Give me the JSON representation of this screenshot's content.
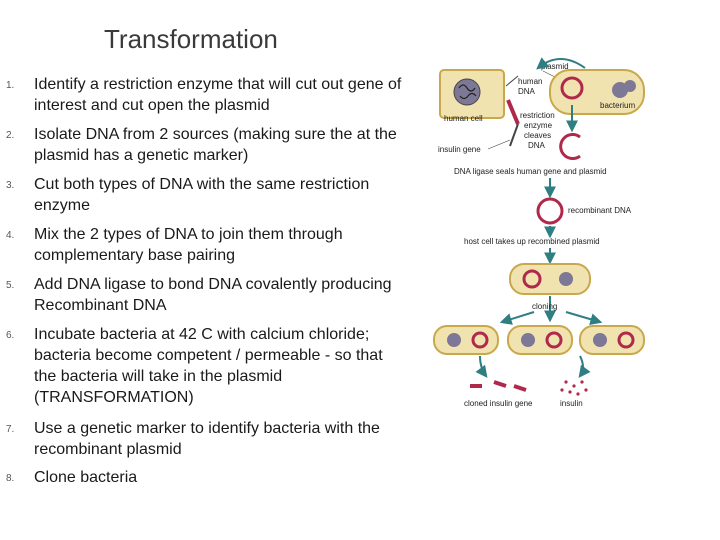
{
  "title": "Transformation",
  "steps": [
    {
      "num": "1.",
      "text": "Identify a restriction enzyme that will cut out gene of interest and cut open the plasmid"
    },
    {
      "num": "2.",
      "text": "Isolate DNA from 2 sources (making sure the at the plasmid has a genetic marker)"
    },
    {
      "num": "3.",
      "text": "Cut both types of DNA with the same restriction enzyme"
    },
    {
      "num": "4.",
      "text": "Mix the 2 types of DNA to join them through complementary base pairing"
    },
    {
      "num": "5.",
      "text": "Add DNA ligase to bond DNA covalently producing Recombinant DNA"
    },
    {
      "num": "6.",
      "text": "Incubate bacteria at 42 C  with calcium chloride; bacteria become competent / permeable  - so that the bacteria will take in the plasmid (TRANSFORMATION)"
    },
    {
      "num": "7.",
      "text": "Use a genetic marker to identify bacteria with the recombinant plasmid"
    },
    {
      "num": "8.",
      "text": "Clone bacteria"
    }
  ],
  "diagram": {
    "plasmid": "plasmid",
    "human_dna": "human DNA",
    "human_dna_line1": "human",
    "human_dna_line2": "DNA",
    "bacterium": "bacterium",
    "human_cell": "human cell",
    "restriction_line1": "restriction",
    "restriction_line2": "enzyme",
    "restriction_line3": "cleaves",
    "restriction_line4": "DNA",
    "insulin_gene": "insulin gene",
    "ligase": "DNA ligase seals human gene and plasmid",
    "recombinant": "recombinant DNA",
    "host": "host cell takes up recombined plasmid",
    "cloning": "cloning",
    "cloned_gene": "cloned insulin gene",
    "insulin": "insulin",
    "colors": {
      "plasmid_ring": "#b0284a",
      "cell_fill": "#f0e3b0",
      "cell_border": "#c9a84c",
      "arrow": "#2f7e82",
      "dna_chunk": "#b0284a",
      "background_line": "#444444"
    }
  }
}
